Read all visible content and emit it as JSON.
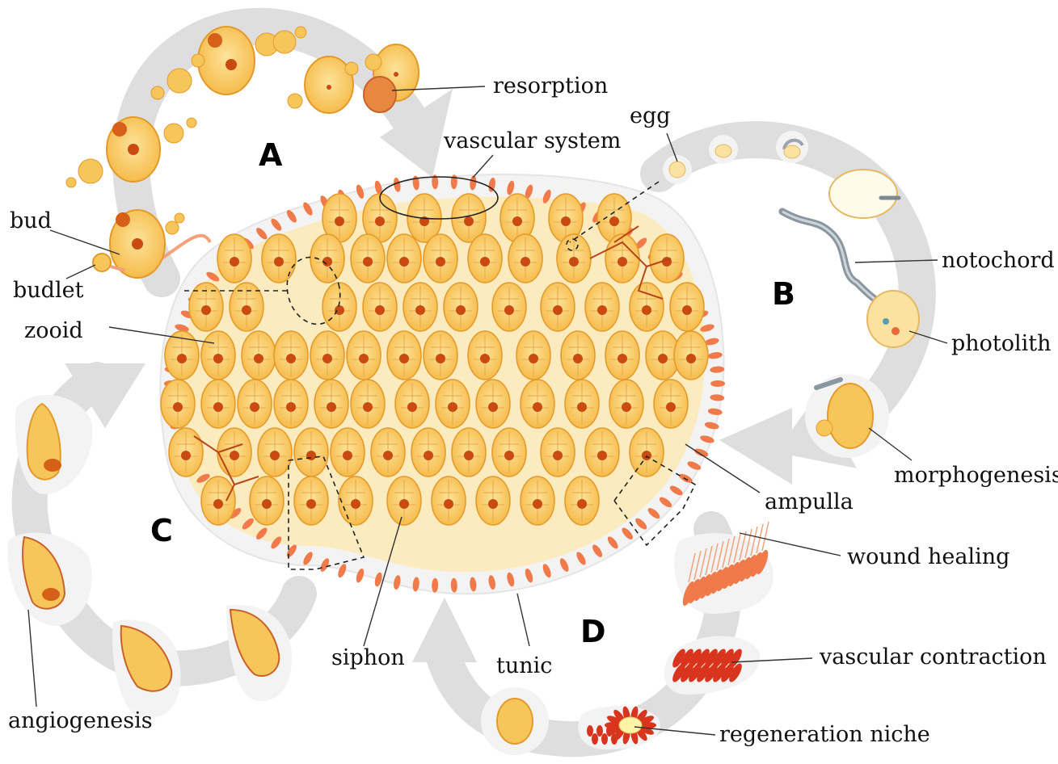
{
  "labels": {
    "resorption": "resorption",
    "vascular_system": "vascular system",
    "egg": "egg",
    "bud": "bud",
    "budlet": "budlet",
    "zooid": "zooid",
    "notochord": "notochord",
    "photolith": "photolith",
    "morphogenesis": "morphogenesis",
    "ampulla": "ampulla",
    "wound_healing": "wound healing",
    "vascular_contraction": "vascular contraction",
    "regeneration_niche": "regeneration niche",
    "siphon": "siphon",
    "tunic": "tunic",
    "angiogenesis": "angiogenesis"
  },
  "panels": {
    "a": "A",
    "b": "B",
    "c": "C",
    "d": "D"
  },
  "colors": {
    "cycle_band": "#dedede",
    "zooid_fill": "#f7c65a",
    "zooid_stroke": "#e39a2a",
    "ampulla": "#f07a4a",
    "tunic": "#f3f3f3",
    "vessel": "#f2a27a",
    "contraction": "#d8341e"
  }
}
